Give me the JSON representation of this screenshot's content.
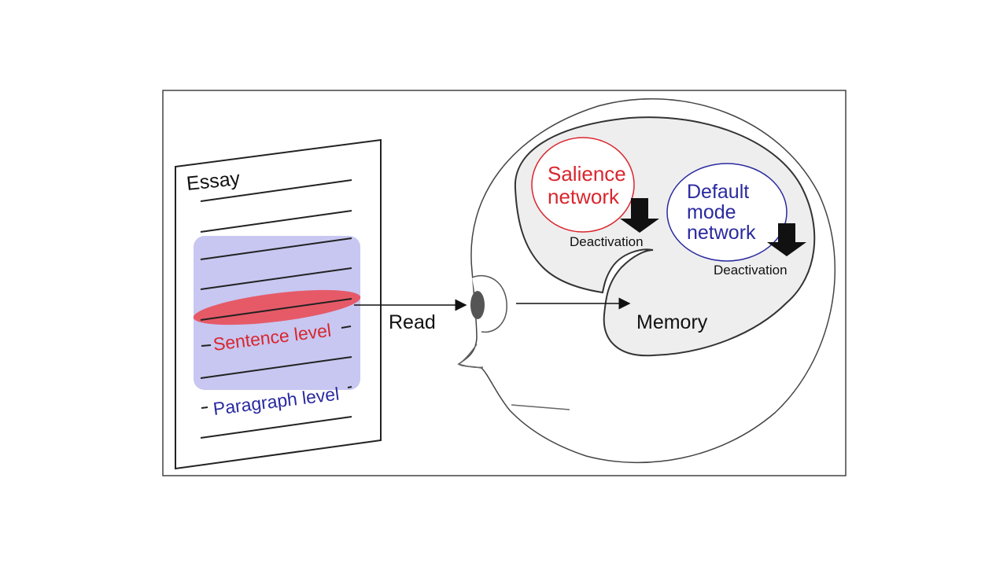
{
  "essay": {
    "title": "Essay",
    "sentence_label": "Sentence level",
    "paragraph_label": "Paragraph level"
  },
  "flow": {
    "read_label": "Read"
  },
  "brain": {
    "salience_line1": "Salience",
    "salience_line2": "network",
    "dmn_line1": "Default",
    "dmn_line2": "mode",
    "dmn_line3": "network",
    "deactivation_salience": "Deactivation",
    "deactivation_dmn": "Deactivation",
    "memory_label": "Memory"
  },
  "colors": {
    "salience": "#d9262e",
    "dmn": "#2a2aa0",
    "paragraph_fill": "#c4c4f0",
    "sentence_fill": "#e8505c",
    "brain_fill": "#eeeeee"
  }
}
